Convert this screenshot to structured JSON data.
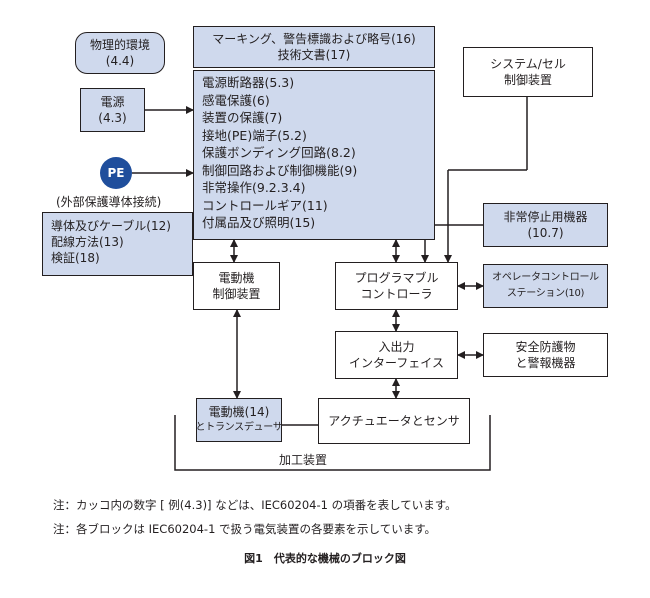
{
  "blocks": {
    "physical_env": [
      "物理的環境",
      "(4.4)"
    ],
    "marking": [
      "マーキング、警告標識および略号(16)",
      "技術文書(17)"
    ],
    "system_cell": [
      "システム/セル",
      "制御装置"
    ],
    "power": [
      "電源",
      "(4.3)"
    ],
    "main_list": [
      "電源断路器(5.3)",
      "感電保護(6)",
      "装置の保護(7)",
      "接地(PE)端子(5.2)",
      "保護ボンディング回路(8.2)",
      "制御回路および制御機能(9)",
      "非常操作(9.2.3.4)",
      "コントロールギア(11)",
      "付属品及び照明(15)"
    ],
    "pe_symbol": "PE",
    "pe_label": "(外部保護導体接続)",
    "wiring": [
      "導体及びケーブル(12)",
      "配線方法(13)",
      "検証(18)"
    ],
    "emergency_stop": [
      "非常停止用機器",
      "(10.7)"
    ],
    "motor_ctrl": [
      "電動機",
      "制御装置"
    ],
    "plc": [
      "プログラマブル",
      "コントローラ"
    ],
    "operator_station": [
      "オペレータコントロール",
      "ステーション(10)"
    ],
    "io_interface": [
      "入出力",
      "インターフェイス"
    ],
    "safety": [
      "安全防護物",
      "と警報機器"
    ],
    "motor_transducer": [
      "電動機(14)",
      "とトランスデューサ"
    ],
    "actuator": "アクチュエータとセンサ",
    "machining": "加工装置"
  },
  "notes": [
    "注：カッコ内の数字 [ 例(4.3)] などは、IEC60204-1 の項番を表しています。",
    "注：各ブロックは IEC60204-1 で扱う電気装置の各要素を示しています。"
  ],
  "caption": "図1　代表的な機械のブロック図",
  "colors": {
    "block_fill": "#cfd9ed",
    "pe_fill": "#1f4e9c",
    "line": "#231f20"
  }
}
